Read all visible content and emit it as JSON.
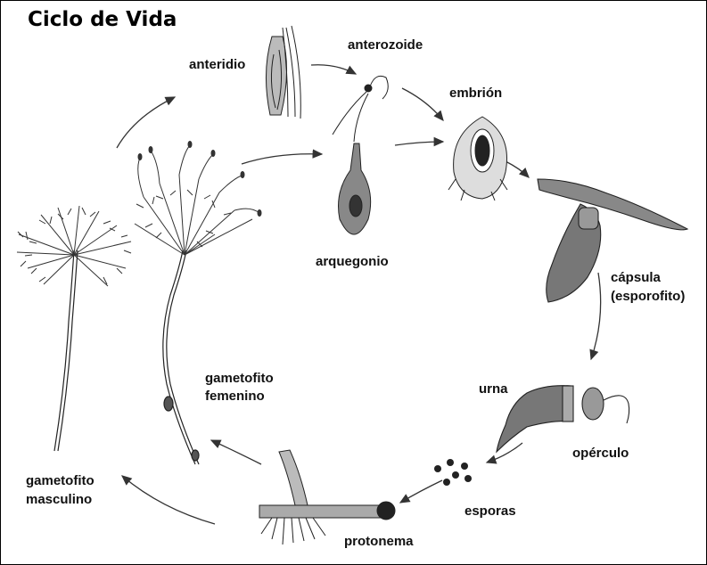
{
  "title": "Ciclo de Vida",
  "labels": {
    "anteridio": "anteridio",
    "anterozoide": "anterozoide",
    "embrion": "embrión",
    "arquegonio": "arquegonio",
    "capsula_1": "cápsula",
    "capsula_2": "(esporofito)",
    "urna": "urna",
    "operculo": "opérculo",
    "esporas": "esporas",
    "protonema": "protonema",
    "gametofito_femenino_1": "gametofito",
    "gametofito_femenino_2": "femenino",
    "gametofito_masculino_1": "gametofito",
    "gametofito_masculino_2": "masculino"
  }
}
